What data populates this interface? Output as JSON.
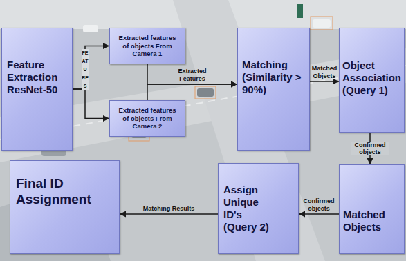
{
  "diagram": {
    "nodes": [
      {
        "text": [
          "Feature Extraction ResNet-50"
        ]
      },
      {
        "text": [
          "Extracted features of objects From Camera 1"
        ]
      },
      {
        "text": [
          "Extracted features of objects From Camera 2"
        ]
      },
      {
        "text": [
          "Matching (Similarity > 90%)"
        ]
      },
      {
        "text": [
          "Object Association (Query 1)"
        ]
      },
      {
        "text": [
          "Matched Objects"
        ]
      },
      {
        "text": [
          "Assign Unique ID's (Query 2)"
        ]
      },
      {
        "text": [
          "Final ID Assignment"
        ]
      }
    ],
    "edges": [
      {
        "from": 0,
        "to": 1,
        "arrow": "to"
      },
      {
        "from": 0,
        "to": 2,
        "arrow": "to"
      },
      {
        "from": 1,
        "to": 3,
        "label": "Extracted Features",
        "arrow": "to"
      },
      {
        "from": 2,
        "to": 3,
        "arrow": "to"
      },
      {
        "from": 3,
        "to": 4,
        "label": "Matched Objects",
        "arrow": "to"
      },
      {
        "from": 4,
        "to": 5,
        "label": "Confirmed objects",
        "arrow": "to"
      },
      {
        "from": 5,
        "to": 6,
        "label": "Confirmed objects",
        "arrow": "to"
      },
      {
        "from": 6,
        "to": 7,
        "label": "Matching Results",
        "arrow": "to"
      }
    ],
    "labels": [
      "FEATURES"
    ]
  }
}
